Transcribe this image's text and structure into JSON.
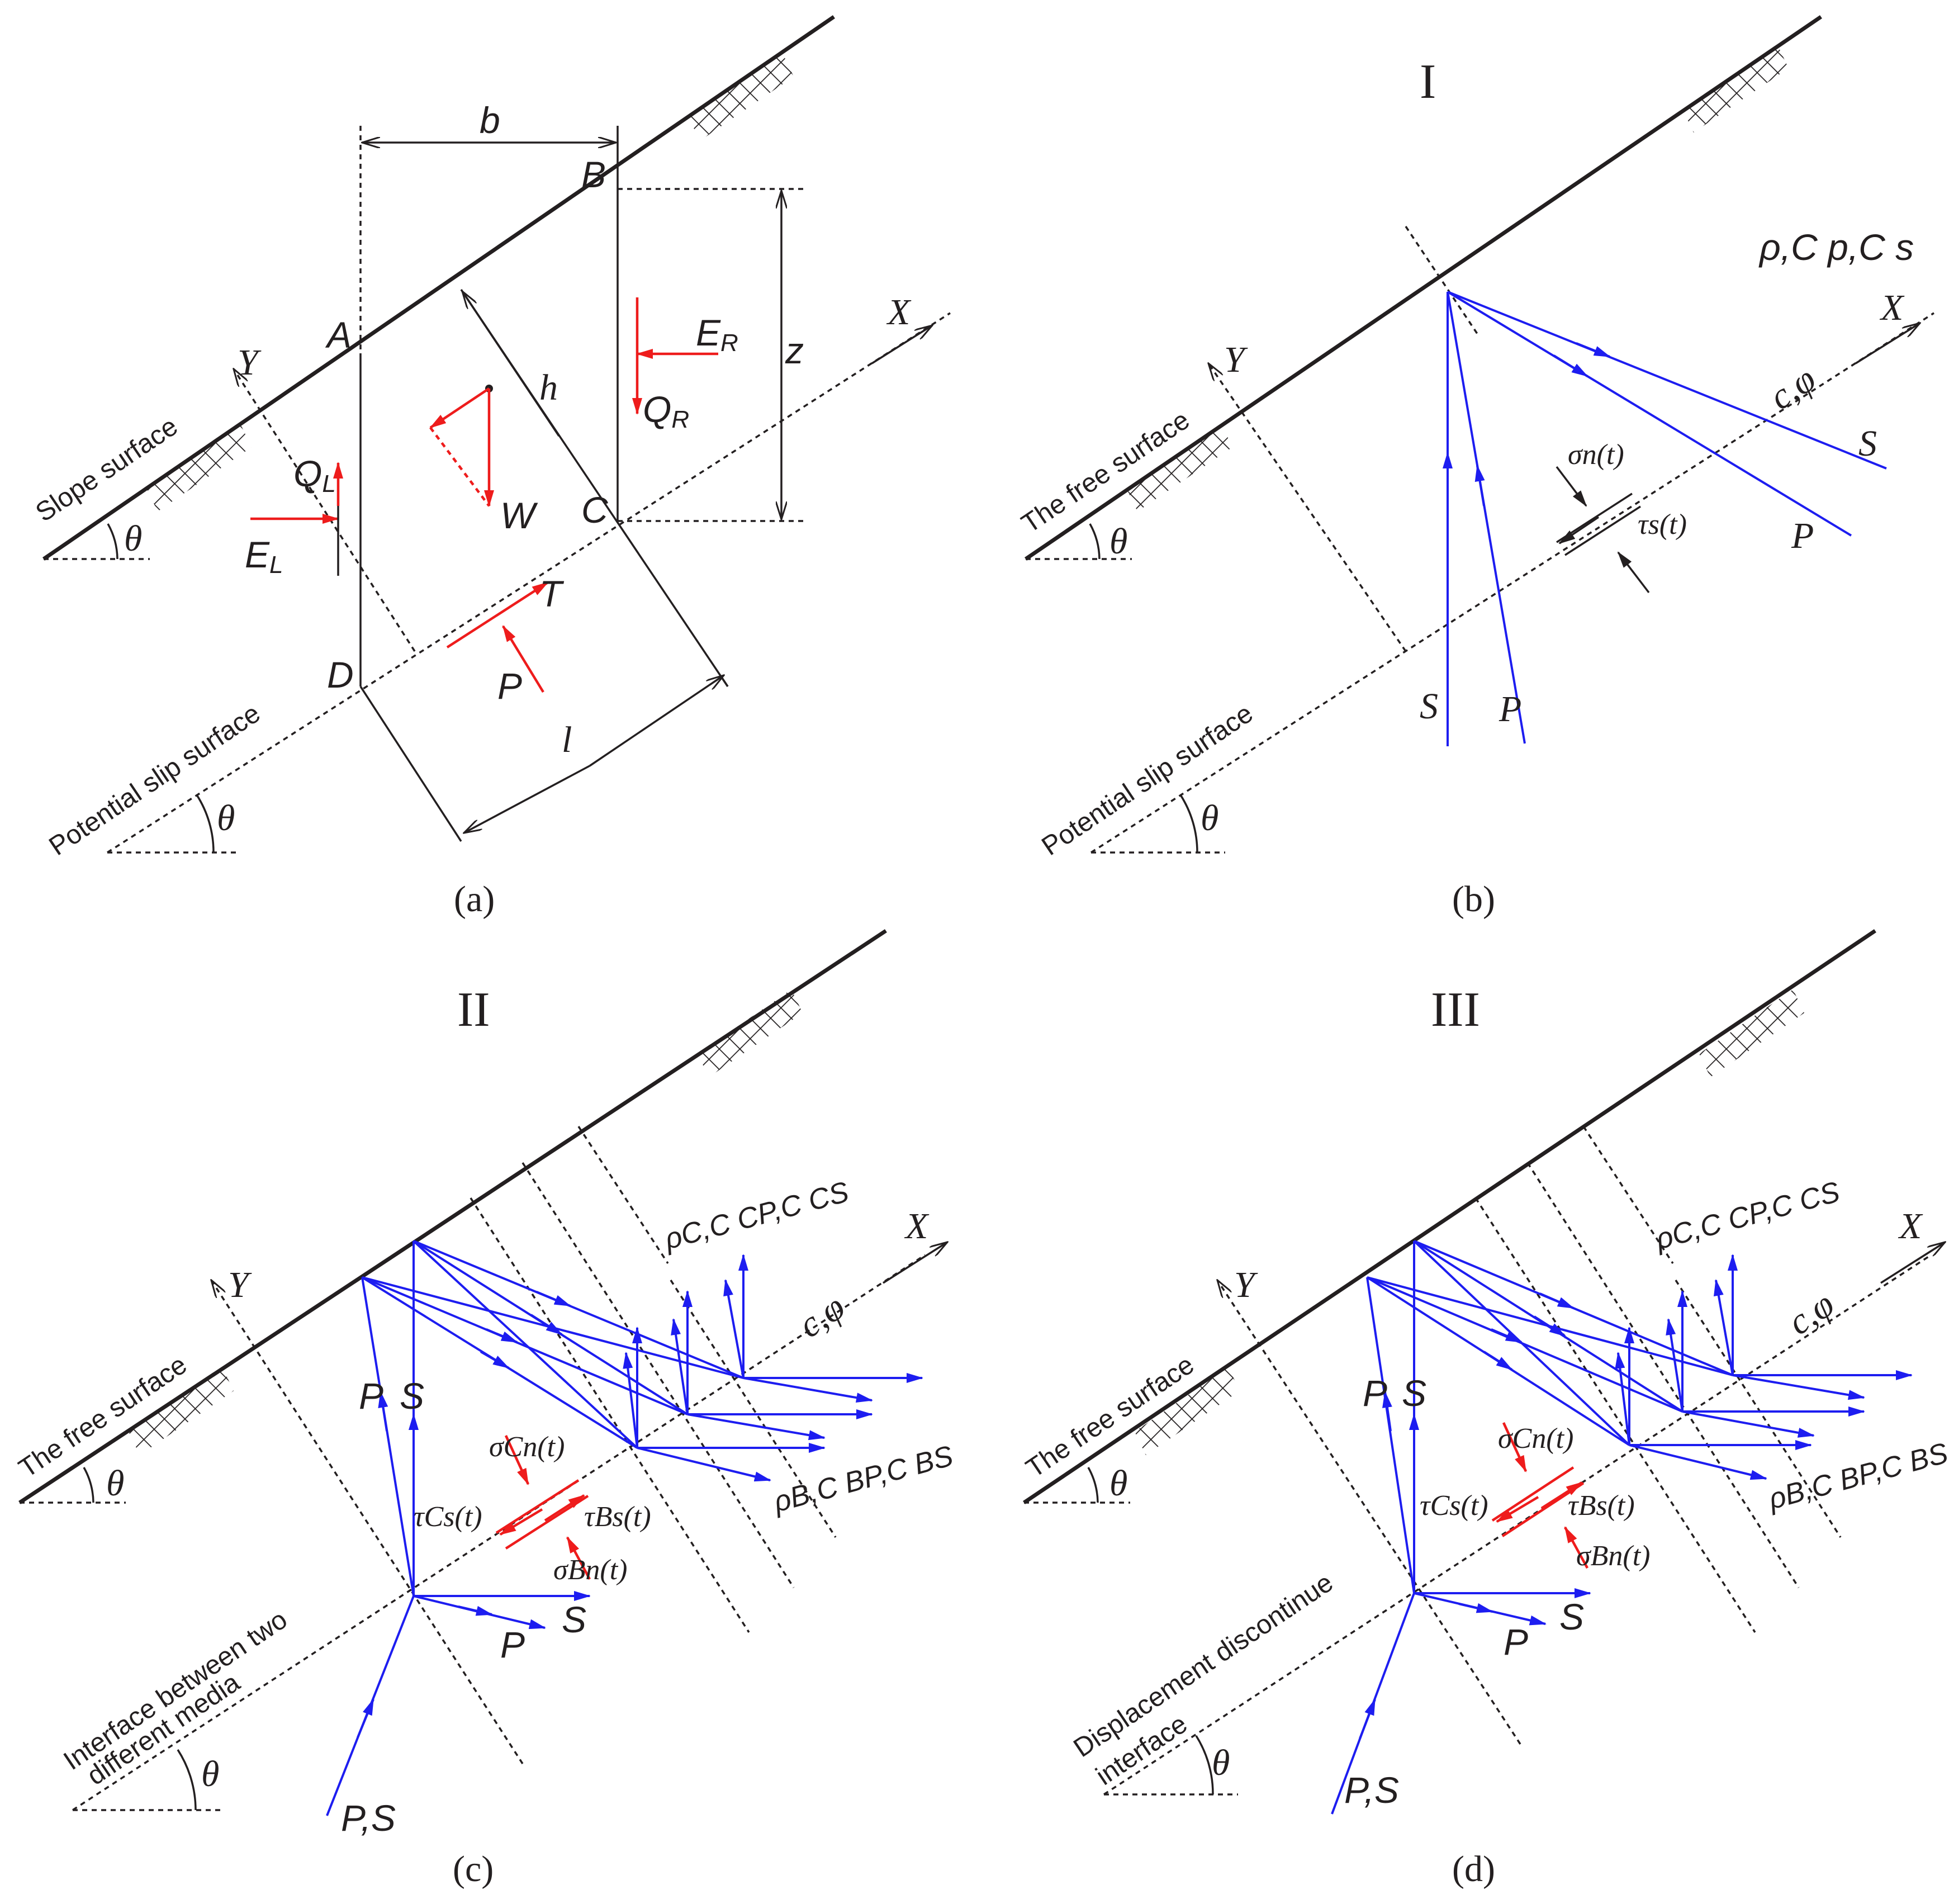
{
  "panels": {
    "a": {
      "caption": "(a)",
      "slope_label": "Slope surface",
      "slip_label": "Potential slip surface",
      "angle": "θ",
      "axis_x": "X",
      "axis_y": "Y",
      "points": {
        "A": "A",
        "B": "B",
        "C": "C",
        "D": "D"
      },
      "dims": {
        "b": "b",
        "h": "h",
        "z": "z",
        "l": "l"
      },
      "forces": {
        "EL": "E",
        "EL_sub": "L",
        "QL": "Q",
        "QL_sub": "L",
        "ER": "E",
        "ER_sub": "R",
        "QR": "Q",
        "QR_sub": "R",
        "W": "W",
        "T": "T",
        "P": "P"
      }
    },
    "b": {
      "caption": "(b)",
      "roman": "I",
      "free_label": "The free surface",
      "slip_label": "Potential slip surface",
      "angle": "θ",
      "axis_x": "X",
      "axis_y": "Y",
      "params": "ρ,C p,C s",
      "strength": "c,φ",
      "sigma": "σn(t)",
      "tau": "τs(t)",
      "waves": {
        "S_in": "S",
        "P_in": "P",
        "S_out": "S",
        "P_out": "P"
      }
    },
    "c": {
      "caption": "(c)",
      "roman": "II",
      "free_label": "The free surface",
      "iface_label_1": "Interface between two",
      "iface_label_2": "different media",
      "angle": "θ",
      "axis_x": "X",
      "axis_y": "Y",
      "params_top": "ρC,C CP,C CS",
      "params_bottom": "ρB,C BP,C BS",
      "strength": "c,φ",
      "sigma_c": "σCn(t)",
      "tau_c": "τCs(t)",
      "tau_b": "τBs(t)",
      "sigma_b": "σBn(t)",
      "waves": {
        "P": "P",
        "S": "S",
        "P_refl": "P",
        "S_refl": "S",
        "incident": "P,S"
      }
    },
    "d": {
      "caption": "(d)",
      "roman": "III",
      "free_label": "The free surface",
      "iface_label_1": "Displacement discontinue",
      "iface_label_2": "interface",
      "angle": "θ",
      "axis_x": "X",
      "axis_y": "Y",
      "params_top": "ρC,C CP,C CS",
      "params_bottom": "ρB,C BP,C BS",
      "strength": "c,φ",
      "sigma_c": "σCn(t)",
      "tau_c": "τCs(t)",
      "tau_b": "τBs(t)",
      "sigma_b": "σBn(t)",
      "waves": {
        "P": "P",
        "S": "S",
        "P_refl": "P",
        "S_refl": "S",
        "incident": "P,S"
      }
    }
  }
}
